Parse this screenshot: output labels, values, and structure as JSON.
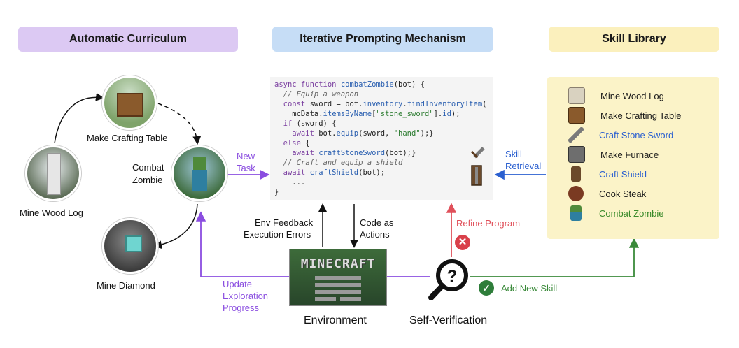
{
  "headers": {
    "curriculum": "Automatic Curriculum",
    "prompting": "Iterative Prompting Mechanism",
    "library": "Skill Library"
  },
  "curriculum": {
    "crafting_table": "Make Crafting Table",
    "combat_line1": "Combat",
    "combat_line2": "Zombie",
    "wood_log": "Mine Wood Log",
    "diamond": "Mine Diamond"
  },
  "flow": {
    "new_task_line1": "New",
    "new_task_line2": "Task",
    "env_feedback_line1": "Env Feedback",
    "env_feedback_line2": "Execution Errors",
    "code_actions_line1": "Code as",
    "code_actions_line2": "Actions",
    "refine": "Refine Program",
    "skill_retrieval_line1": "Skill",
    "skill_retrieval_line2": "Retrieval",
    "update_line1": "Update",
    "update_line2": "Exploration",
    "update_line3": "Progress",
    "add_skill": "Add New Skill",
    "environment": "Environment",
    "self_verification": "Self-Verification"
  },
  "code": {
    "l1a": "async function ",
    "l1b": "combatZombie",
    "l1c": "(bot) {",
    "l2": "  // Equip a weapon",
    "l3a": "  const ",
    "l3b": "sword = bot.",
    "l3c": "inventory",
    "l3d": ".",
    "l3e": "findInventoryItem",
    "l3f": "(",
    "l4a": "    mcData.",
    "l4b": "itemsByName",
    "l4c": "[",
    "l4d": "\"stone_sword\"",
    "l4e": "].",
    "l4f": "id",
    "l4g": ");",
    "l5a": "  if ",
    "l5b": "(sword) {",
    "l6a": "    await ",
    "l6b": "bot.",
    "l6c": "equip",
    "l6d": "(sword, ",
    "l6e": "\"hand\"",
    "l6f": ");}",
    "l7a": "  else",
    "l7b": " {",
    "l8a": "    await ",
    "l8b": "craftStoneSword",
    "l8c": "(bot);}",
    "l9": "  // Craft and equip a shield",
    "l10a": "  await ",
    "l10b": "craftShield",
    "l10c": "(bot);",
    "l11": "    ...",
    "l12": "}"
  },
  "skills": [
    {
      "name": "Mine Wood  Log",
      "color": "#1a1a1a",
      "icon": "wood-log-icon"
    },
    {
      "name": "Make Crafting Table",
      "color": "#1a1a1a",
      "icon": "crafting-table-icon"
    },
    {
      "name": "Craft Stone Sword",
      "color": "#2a5fd0",
      "icon": "stone-sword-icon"
    },
    {
      "name": "Make Furnace",
      "color": "#1a1a1a",
      "icon": "furnace-icon"
    },
    {
      "name": "Craft Shield",
      "color": "#2a5fd0",
      "icon": "shield-icon"
    },
    {
      "name": "Cook Steak",
      "color": "#1a1a1a",
      "icon": "steak-icon"
    },
    {
      "name": "Combat Zombie",
      "color": "#3a8a2a",
      "icon": "zombie-icon"
    }
  ],
  "minecraft_logo": "MINECRAFT",
  "colors": {
    "curriculum_header": "#dcc9f3",
    "prompting_header": "#c6ddf6",
    "library_header": "#fbf0bd",
    "purple": "#8a4de0",
    "blue": "#2a5fd0",
    "red": "#e0505a",
    "green": "#3a8a3a"
  }
}
